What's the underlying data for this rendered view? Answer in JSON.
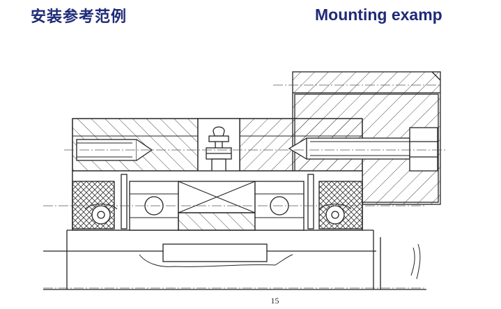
{
  "header": {
    "title_cn": "安装参考范例",
    "title_en": "Mounting examp"
  },
  "footer": {
    "page_number": "15"
  },
  "colors": {
    "title": "#1f2a78",
    "line": "#222222"
  },
  "icons": {
    "grease-nipple": "grease nipple drawing",
    "hex-bolt": "hex bolt drawing"
  }
}
